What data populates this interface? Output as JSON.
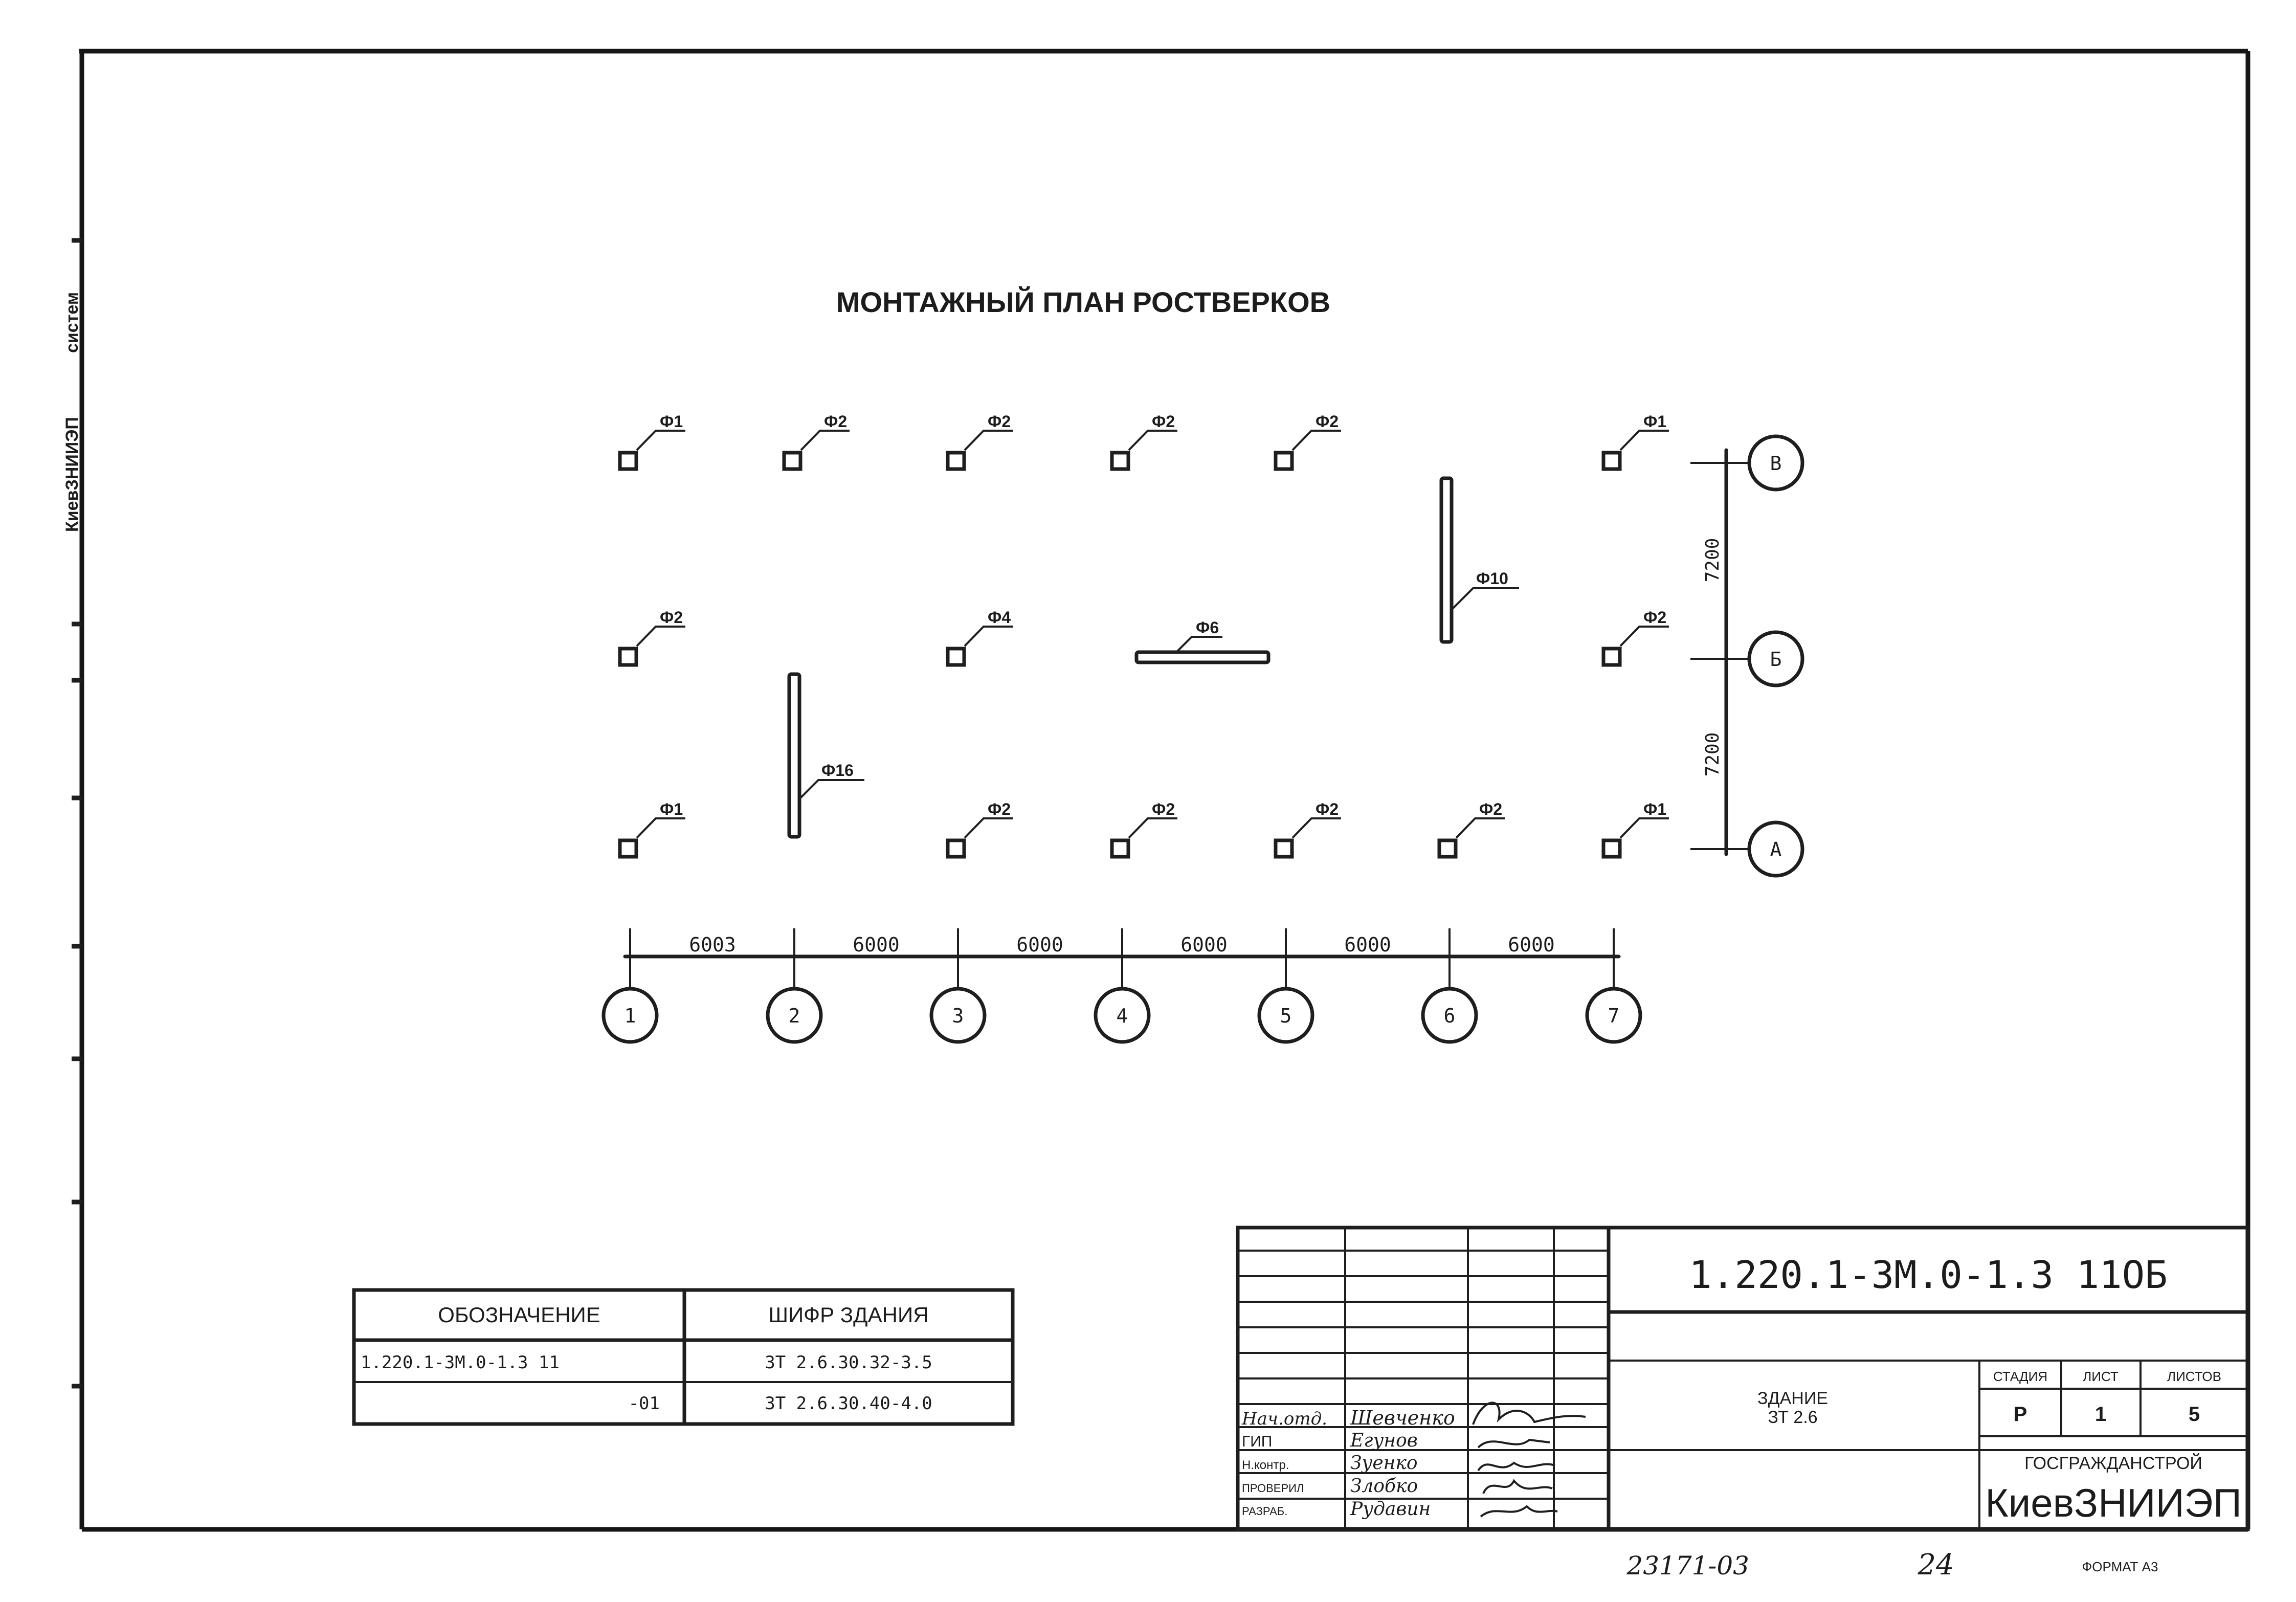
{
  "title": "МОНТАЖНЫЙ ПЛАН РОСТВЕРКОВ",
  "side_text": [
    "КиевЗНИИЭП",
    "систем"
  ],
  "axes_numbers": [
    "1",
    "2",
    "3",
    "4",
    "5",
    "6",
    "7"
  ],
  "axes_letters": [
    "В",
    "Б",
    "А"
  ],
  "spans": [
    "6003",
    "6000",
    "6000",
    "6000",
    "6000",
    "6000"
  ],
  "vertical_spans": [
    "7200",
    "7200"
  ],
  "foundations": {
    "row_v": [
      "Ф1",
      "Ф2",
      "Ф2",
      "Ф2",
      "Ф2",
      "Ф1"
    ],
    "row_b": [
      "Ф2",
      "Ф4",
      "Ф2"
    ],
    "row_a": [
      "Ф1",
      "Ф2",
      "Ф2",
      "Ф2",
      "Ф2",
      "Ф1"
    ],
    "beam_f6": "Ф6",
    "beam_f10": "Ф10",
    "beam_f16": "Ф16"
  },
  "designation_table": {
    "headers": [
      "ОБОЗНАЧЕНИЕ",
      "ШИФР ЗДАНИЯ"
    ],
    "rows": [
      [
        "1.220.1-3М.0-1.3 11",
        "ЗТ 2.6.30.32-3.5"
      ],
      [
        "-01",
        "ЗТ 2.6.30.40-4.0"
      ]
    ]
  },
  "title_block": {
    "code": "1.220.1-3М.0-1.3 11ОБ",
    "building": [
      "ЗДАНИЕ",
      "ЗТ 2.6"
    ],
    "stage_label": "СТАДИЯ",
    "sheet_label": "ЛИСТ",
    "sheets_label": "ЛИСТОВ",
    "stage": "Р",
    "sheet": "1",
    "sheets": "5",
    "org_top": "ГОСГРАЖДАНСТРОЙ",
    "org": "КиевЗНИИЭП",
    "roles": [
      "Нач.отд.",
      "ГИП",
      "Н.контр.",
      "ПРОВЕРИЛ",
      "РАЗРАБ."
    ],
    "names": [
      "Шевченко",
      "Егунов",
      "Зуенко",
      "Злобко",
      "Рудавин"
    ]
  },
  "footer": {
    "number": "23171-03",
    "page": "24",
    "format": "ФОРМАТ А3"
  }
}
